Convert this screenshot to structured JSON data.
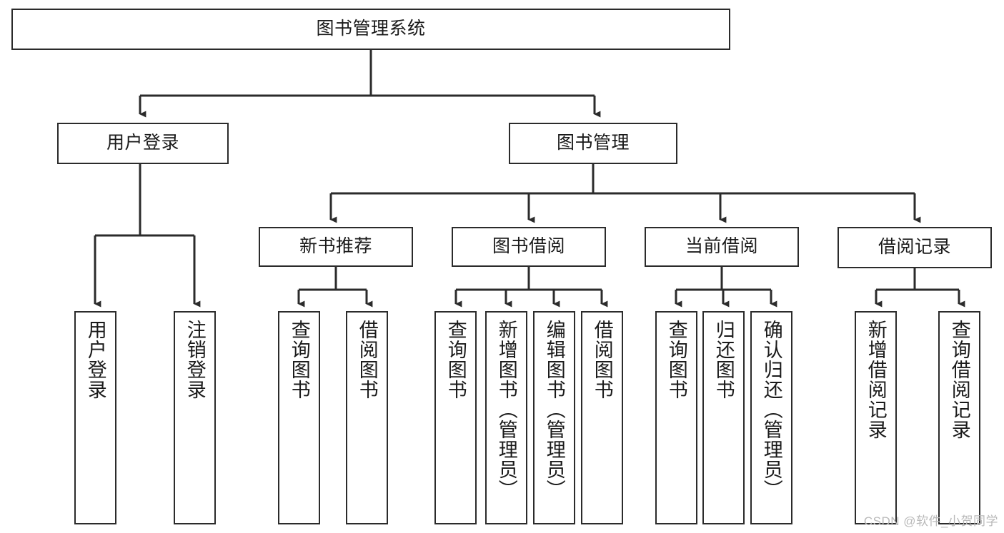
{
  "diagram": {
    "title": "图书管理系统",
    "type": "tree-hierarchy",
    "watermark": "CSDN @软件_小贺同学",
    "colors": {
      "stroke": "#2b2b2b",
      "fill": "#ffffff",
      "text": "#1a1a1a",
      "watermark": "#b9b9b9"
    },
    "levels": {
      "root": {
        "label": "图书管理系统"
      },
      "level1": [
        {
          "id": "user-login",
          "label": "用户登录"
        },
        {
          "id": "book-management",
          "label": "图书管理"
        }
      ],
      "level2": [
        {
          "id": "new-book-recommend",
          "label": "新书推荐"
        },
        {
          "id": "book-borrow",
          "label": "图书借阅"
        },
        {
          "id": "current-borrow",
          "label": "当前借阅"
        },
        {
          "id": "borrow-record",
          "label": "借阅记录"
        }
      ],
      "leaves": {
        "user_login": [
          {
            "id": "leaf-user-login",
            "label": "用户登录"
          },
          {
            "id": "leaf-logout-login",
            "label": "注销登录"
          }
        ],
        "new_book_recommend": [
          {
            "id": "leaf-query-book-1",
            "label": "查询图书"
          },
          {
            "id": "leaf-borrow-book-1",
            "label": "借阅图书"
          }
        ],
        "book_borrow": [
          {
            "id": "leaf-query-book-2",
            "label": "查询图书"
          },
          {
            "id": "leaf-add-book",
            "label": "新增图书（管理员）"
          },
          {
            "id": "leaf-edit-book",
            "label": "编辑图书（管理员）"
          },
          {
            "id": "leaf-borrow-book-2",
            "label": "借阅图书"
          }
        ],
        "current_borrow": [
          {
            "id": "leaf-query-book-3",
            "label": "查询图书"
          },
          {
            "id": "leaf-return-book",
            "label": "归还图书"
          },
          {
            "id": "leaf-confirm-return",
            "label": "确认归还（管理员）"
          }
        ],
        "borrow_record": [
          {
            "id": "leaf-add-record",
            "label": "新增借阅记录"
          },
          {
            "id": "leaf-query-record",
            "label": "查询借阅记录"
          }
        ]
      }
    }
  }
}
